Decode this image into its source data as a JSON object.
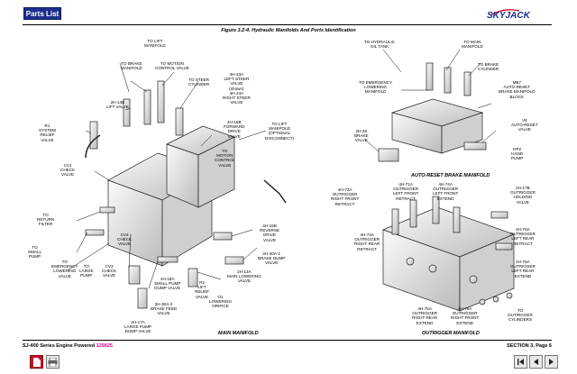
{
  "header": {
    "parts_list_label": "Parts List",
    "logo_text": "SKYJACK"
  },
  "figure_title": "Figure 3.2-4. Hydraulic Manifolds And Ports Identification",
  "sections": {
    "main_manifold": "MAIN MANIFOLD",
    "auto_reset": "AUTO-RESET BRAKE MANIFOLD",
    "outrigger": "OUTRIGGER MANIFOLD"
  },
  "labels": {
    "to_lift_manifold": "TO LIFT\nMANIFOLD",
    "to_brake_manifold": "TO BRAKE\nMANIFOLD",
    "to_motion_control_valve": "TO MOTION\nCONTROL VALVE",
    "to_steer_cylinder": "TO STEER\nCYLINDER",
    "lift_valve_2h14b": "2H-14B\nLIFT VALVE",
    "left_steer_valve": "4H-23A\nLEFT STEER\nVALVE\n(shown)\n4H-24A\nRIGHT STEER\nVALVE",
    "system_relief": "R1\nSYSTEM\nRELIEF\nVALVE",
    "forward_drive": "4H-16B\nFORWARD\nDRIVE\nVALVE",
    "to_lift_manifold_optional": "TO LIFT\nMANIFOLD\n(OPTIONAL\nDISCONNECT)",
    "check_valve_cv1": "CV1\nCHECK\nVALVE",
    "to_motion_control_valve2": "TO\nMOTION\nCONTROL\nVALVE",
    "to_return_filter": "TO\nRETURN\nFILTER",
    "reverse_drive": "4H-16B\nREVERSE\nDRIVE\nVALVE",
    "brake_dump": "2H-30A-1\nBRAKE DUMP\nVALVE",
    "to_small_pump": "TO\nSMALL\nPUMP",
    "emergency_lowering": "TO\nEMERGENCY\nLOWERING\nVALVE",
    "cv2_check": "CV2\nCHECK\nVALVE",
    "main_lowering": "2H-13A\nMAIN LOWERING\nVALVE",
    "to_large_pump": "TO\nLARGE\nPUMP",
    "cv3_check": "CV3\nCHECK\nVALVE",
    "small_pump_dump": "2H-18A\nSMALL PUMP\nDUMP VALVE",
    "r2_lift_relief": "R2\nLIFT\nRELIEF\nVALVE",
    "o1_lowering_orifice": "O1\nLOWERING\nORIFICE",
    "brake_feed": "2H-30A-2\nBRAKE FEED\nVALVE",
    "large_pump_dump": "2H-17A\nLARGE PUMP\nDUMP VALVE",
    "to_hydraulic_oil_tank": "TO HYDRAULIC\nOIL TANK",
    "to_main_manifold": "TO MAIN\nMANIFOLD",
    "to_brake_cylinder": "TO BRAKE\nCYLINDER",
    "to_emergency_lowering_manifold": "TO EMERGENCY\nLOWERING\nMANIFOLD",
    "auto_reset_block": "MB7\nAUTO-RESET\nBRAKE MANIFOLD\nBLOCK",
    "brake_valve_2h25": "2H-25\nBRAKE\nVALVE",
    "v8_auto_reset": "V8\nAUTO-RESET\nVALVE",
    "hp2_hand_pump": "HP2\nHAND\nPUMP",
    "or_right_front_retract": "4H-73A\nOUTRIGGER\nRIGHT FRONT\nRETRACT",
    "or_left_front_retract": "4H-71A\nOUTRIGGER\nLEFT FRONT\nRETRACT",
    "or_left_front_extend": "4H-74A\nOUTRIGGER\nLEFT FRONT\nEXTEND",
    "or_holding_valve": "2H-17B\nOUTRIGGER\nHOLDING\nVALVE",
    "or_right_rear_retract": "4H-73A\nOUTRIGGER\nRIGHT REAR\nRETRACT",
    "or_left_rear_retract": "4H-76A\nOUTRIGGER\nLEFT REAR\nRETRACT",
    "or_left_rear_extend": "4H-75A\nOUTRIGGER\nLEFT REAR\nEXTEND",
    "or_right_rear_extend": "4H-75A\nOUTRIGGER\nRIGHT REAR\nEXTEND",
    "or_right_front_extend": "4H-76A\nOUTRIGGER\nRIGHT FRONT\nEXTEND",
    "outrigger_cylinders": "TO\nOUTRIGGER\nCYLINDERS"
  },
  "footer": {
    "model_text": "SJ-400 Series Engine Powered",
    "part_number": "129925",
    "section_text": "SECTION 3, Page 6"
  },
  "icons": [
    "pdf-icon",
    "print-icon",
    "first-page-icon",
    "prev-page-icon",
    "next-page-icon"
  ]
}
